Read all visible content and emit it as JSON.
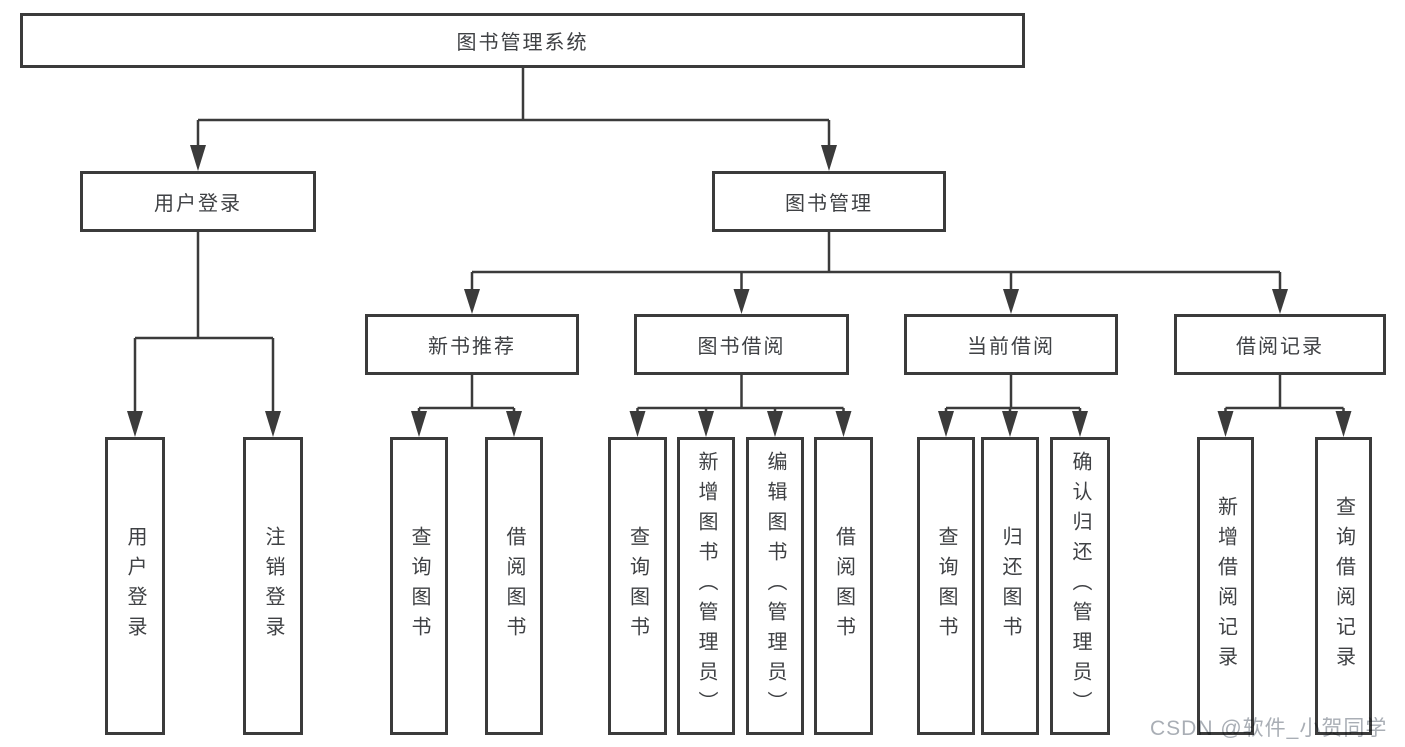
{
  "colors": {
    "line": "#3b3b3b",
    "box_border": "#3b3b3b",
    "text": "#3f4144",
    "background": "#ffffff",
    "watermark": "#a9aeb5"
  },
  "nodes": {
    "root": "图书管理系统",
    "user_login": "用户登录",
    "book_management": "图书管理",
    "new_book_recommend": "新书推荐",
    "book_borrowing": "图书借阅",
    "current_borrowing": "当前借阅",
    "borrowing_records": "借阅记录",
    "leaf_user_login": "用户登录",
    "leaf_logout": "注销登录",
    "leaf_query_books_recommend": "查询图书",
    "leaf_borrow_books_recommend": "借阅图书",
    "leaf_query_books_borrowing": "查询图书",
    "leaf_add_books_admin": "新增图书（管理员）",
    "leaf_edit_books_admin": "编辑图书（管理员）",
    "leaf_borrow_books_borrowing": "借阅图书",
    "leaf_query_books_current": "查询图书",
    "leaf_return_books": "归还图书",
    "leaf_confirm_return_admin": "确认归还（管理员）",
    "leaf_add_borrow_record": "新增借阅记录",
    "leaf_query_borrow_record": "查询借阅记录"
  },
  "watermark": "CSDN @软件_小贺同学"
}
